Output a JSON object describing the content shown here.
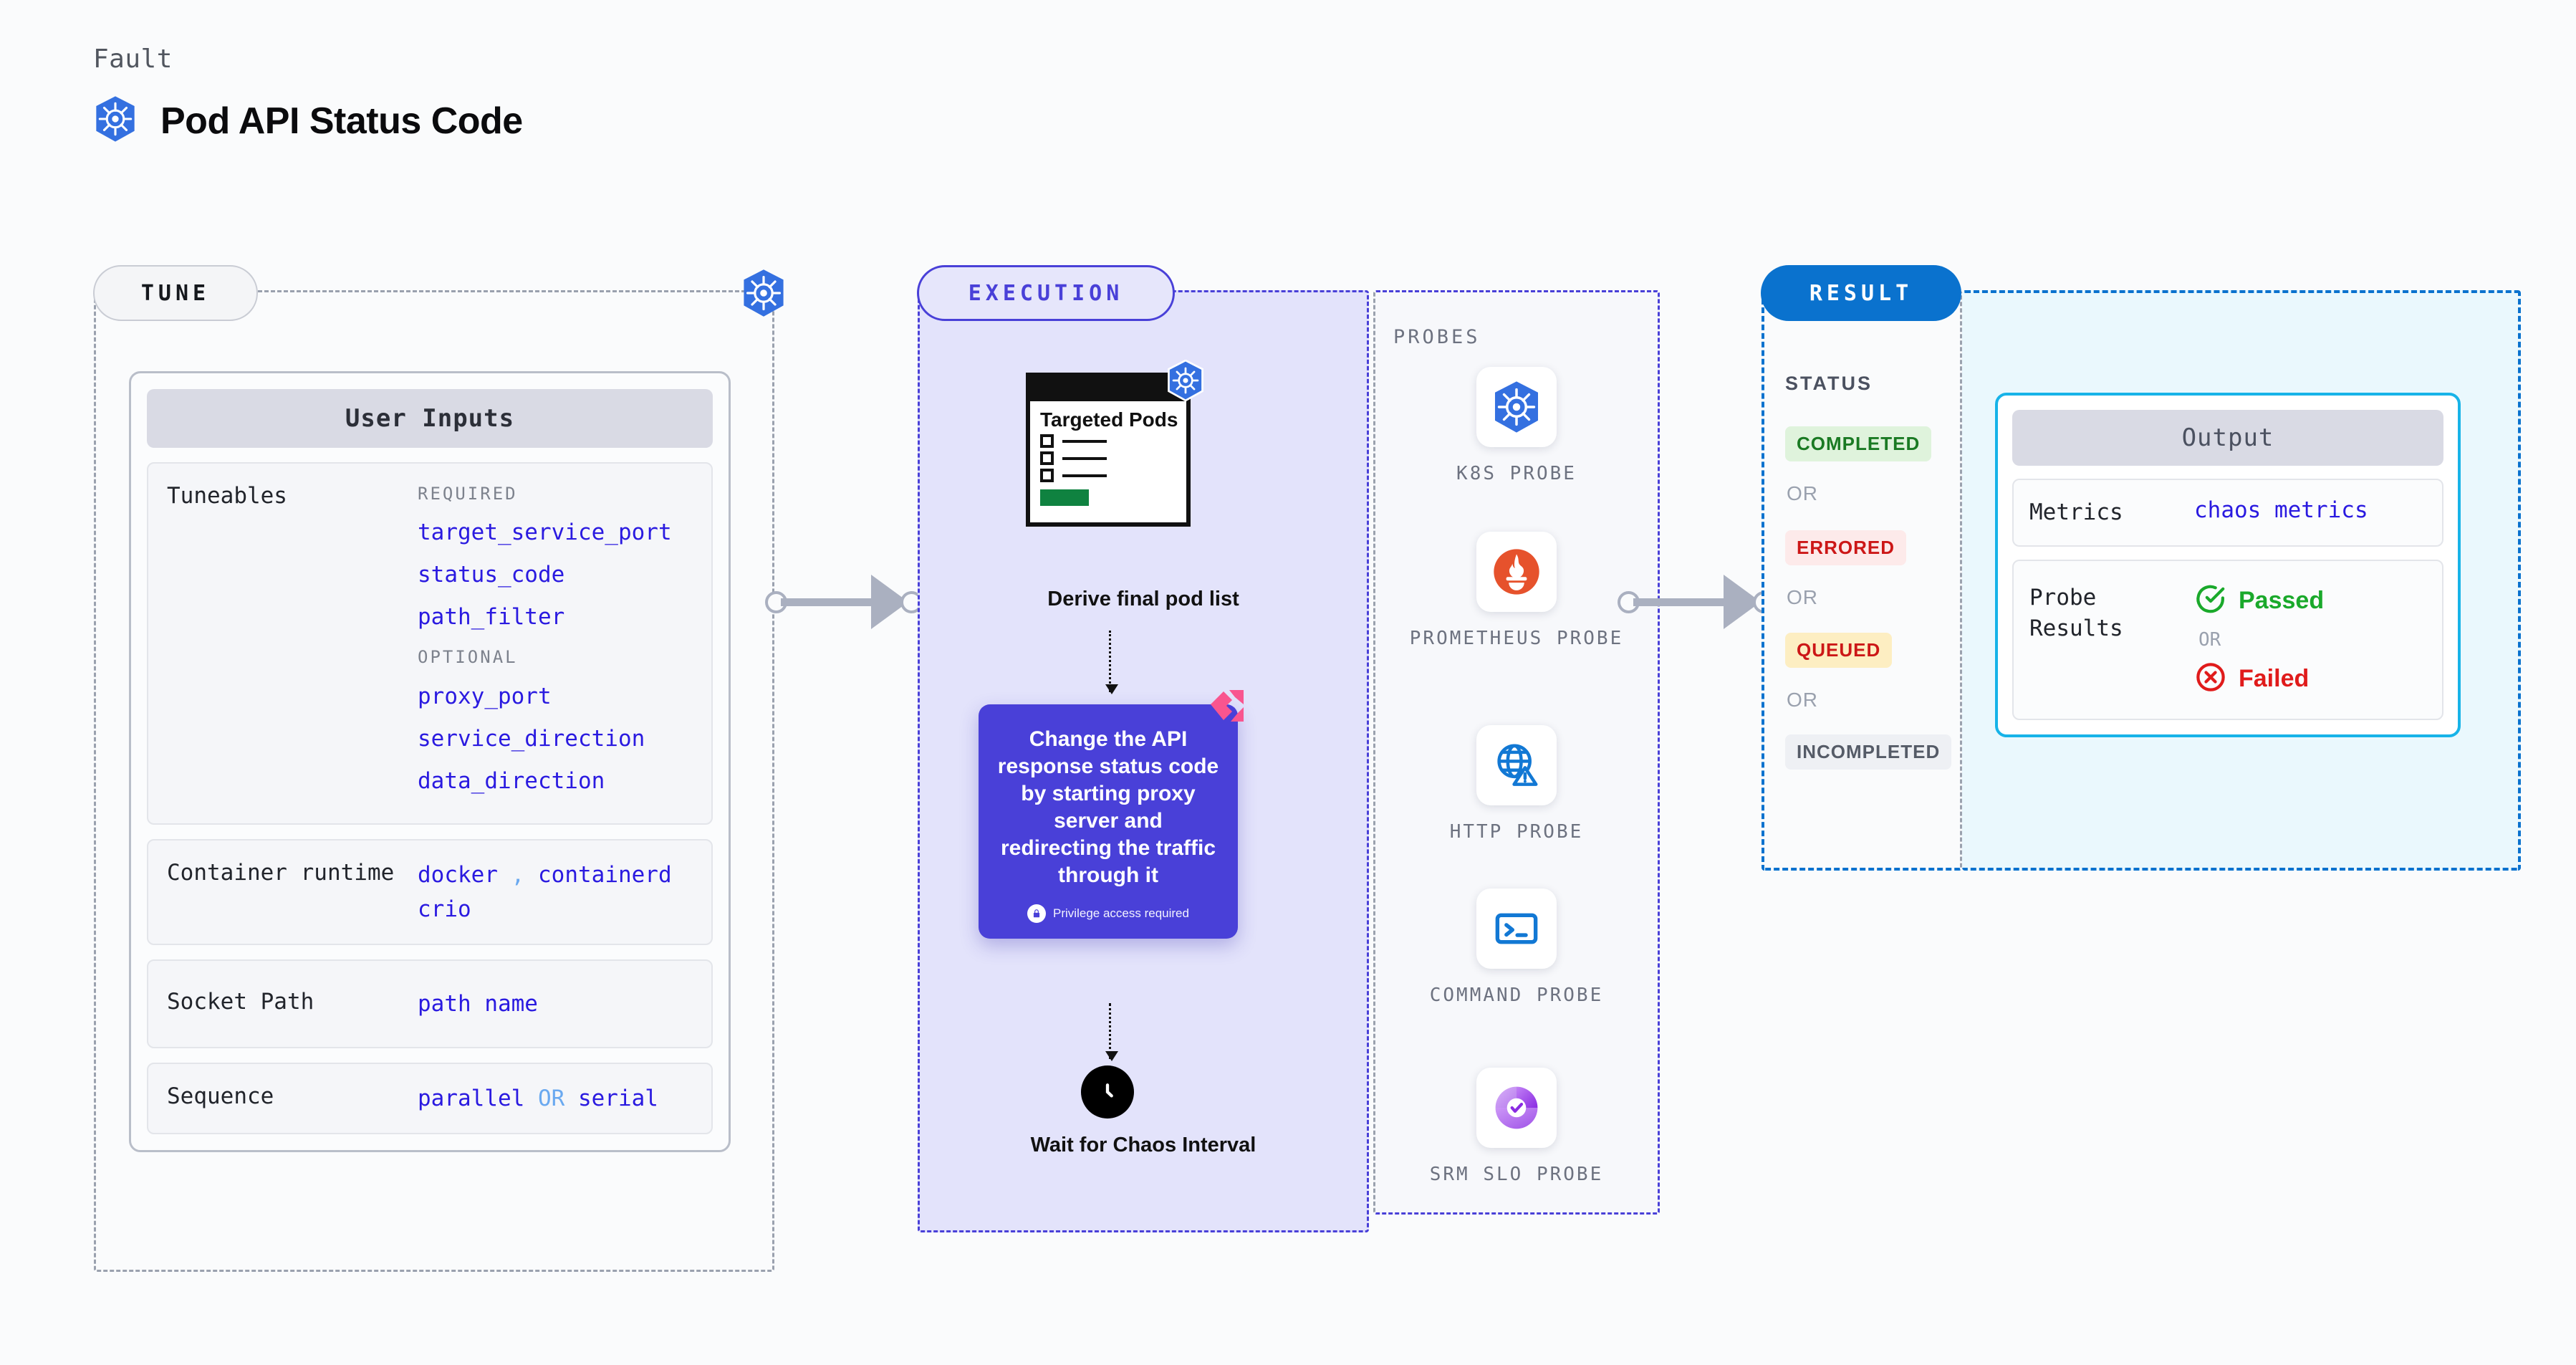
{
  "header": {
    "kicker": "Fault",
    "title": "Pod API Status Code",
    "icon": "kubernetes-icon"
  },
  "tune": {
    "tag": "TUNE",
    "badge_icon": "kubernetes-icon",
    "card_title": "User Inputs",
    "rows": [
      {
        "label": "Tuneables",
        "groups": [
          {
            "heading": "REQUIRED",
            "items": [
              "target_service_port",
              "status_code",
              "path_filter"
            ]
          },
          {
            "heading": "OPTIONAL",
            "items": [
              "proxy_port",
              "service_direction",
              "data_direction"
            ]
          }
        ]
      },
      {
        "label": "Container runtime",
        "values": [
          "docker",
          "containerd",
          "crio"
        ],
        "separator": ","
      },
      {
        "label": "Socket Path",
        "values": [
          "path name"
        ]
      },
      {
        "label": "Sequence",
        "values": [
          "parallel",
          "serial"
        ],
        "separator": "OR"
      }
    ]
  },
  "execution": {
    "tag": "EXECUTION",
    "pod_card": {
      "title": "Targeted Pods",
      "badge_icon": "kubernetes-icon",
      "checklist_rows": 3
    },
    "derive_caption": "Derive final pod list",
    "chaos_card": {
      "text": "Change the API response status code by starting proxy server and redirecting the traffic through it",
      "privilege_note": "Privilege access required",
      "privilege_icon": "lock-icon",
      "corner_icon": "harness-chaos-mark"
    },
    "wait_caption": "Wait for Chaos Interval",
    "wait_icon": "clock-icon"
  },
  "probes": {
    "label": "PROBES",
    "items": [
      {
        "name": "K8S PROBE",
        "icon": "kubernetes-icon"
      },
      {
        "name": "PROMETHEUS PROBE",
        "icon": "prometheus-icon"
      },
      {
        "name": "HTTP PROBE",
        "icon": "globe-warning-icon"
      },
      {
        "name": "COMMAND PROBE",
        "icon": "terminal-icon"
      },
      {
        "name": "SRM SLO PROBE",
        "icon": "srm-slo-icon"
      }
    ]
  },
  "result": {
    "tag": "RESULT",
    "status_label": "STATUS",
    "or_label": "OR",
    "statuses": [
      {
        "label": "COMPLETED",
        "bg": "#dff3dc",
        "fg": "#1a7a23"
      },
      {
        "label": "ERRORED",
        "bg": "#fdeaea",
        "fg": "#cc1717"
      },
      {
        "label": "QUEUED",
        "bg": "#fdeec2",
        "fg": "#cc1717"
      },
      {
        "label": "INCOMPLETED",
        "bg": "#eef0f4",
        "fg": "#555b67"
      }
    ],
    "output": {
      "title": "Output",
      "metrics_label": "Metrics",
      "metrics_value": "chaos metrics",
      "probe_results_label": "Probe Results",
      "passed_label": "Passed",
      "failed_label": "Failed",
      "or_label": "OR",
      "passed_icon": "check-circle-icon",
      "failed_icon": "x-circle-icon"
    }
  },
  "colors": {
    "accent_blue": "#0a72ce",
    "accent_purple": "#4940d8",
    "accent_cyan": "#17b3e8",
    "code_blue": "#2a1ae0",
    "k8s_blue": "#3470e0",
    "pass_green": "#1aa92b",
    "fail_red": "#e01b1b",
    "muted_gray": "#9aa1ae"
  }
}
